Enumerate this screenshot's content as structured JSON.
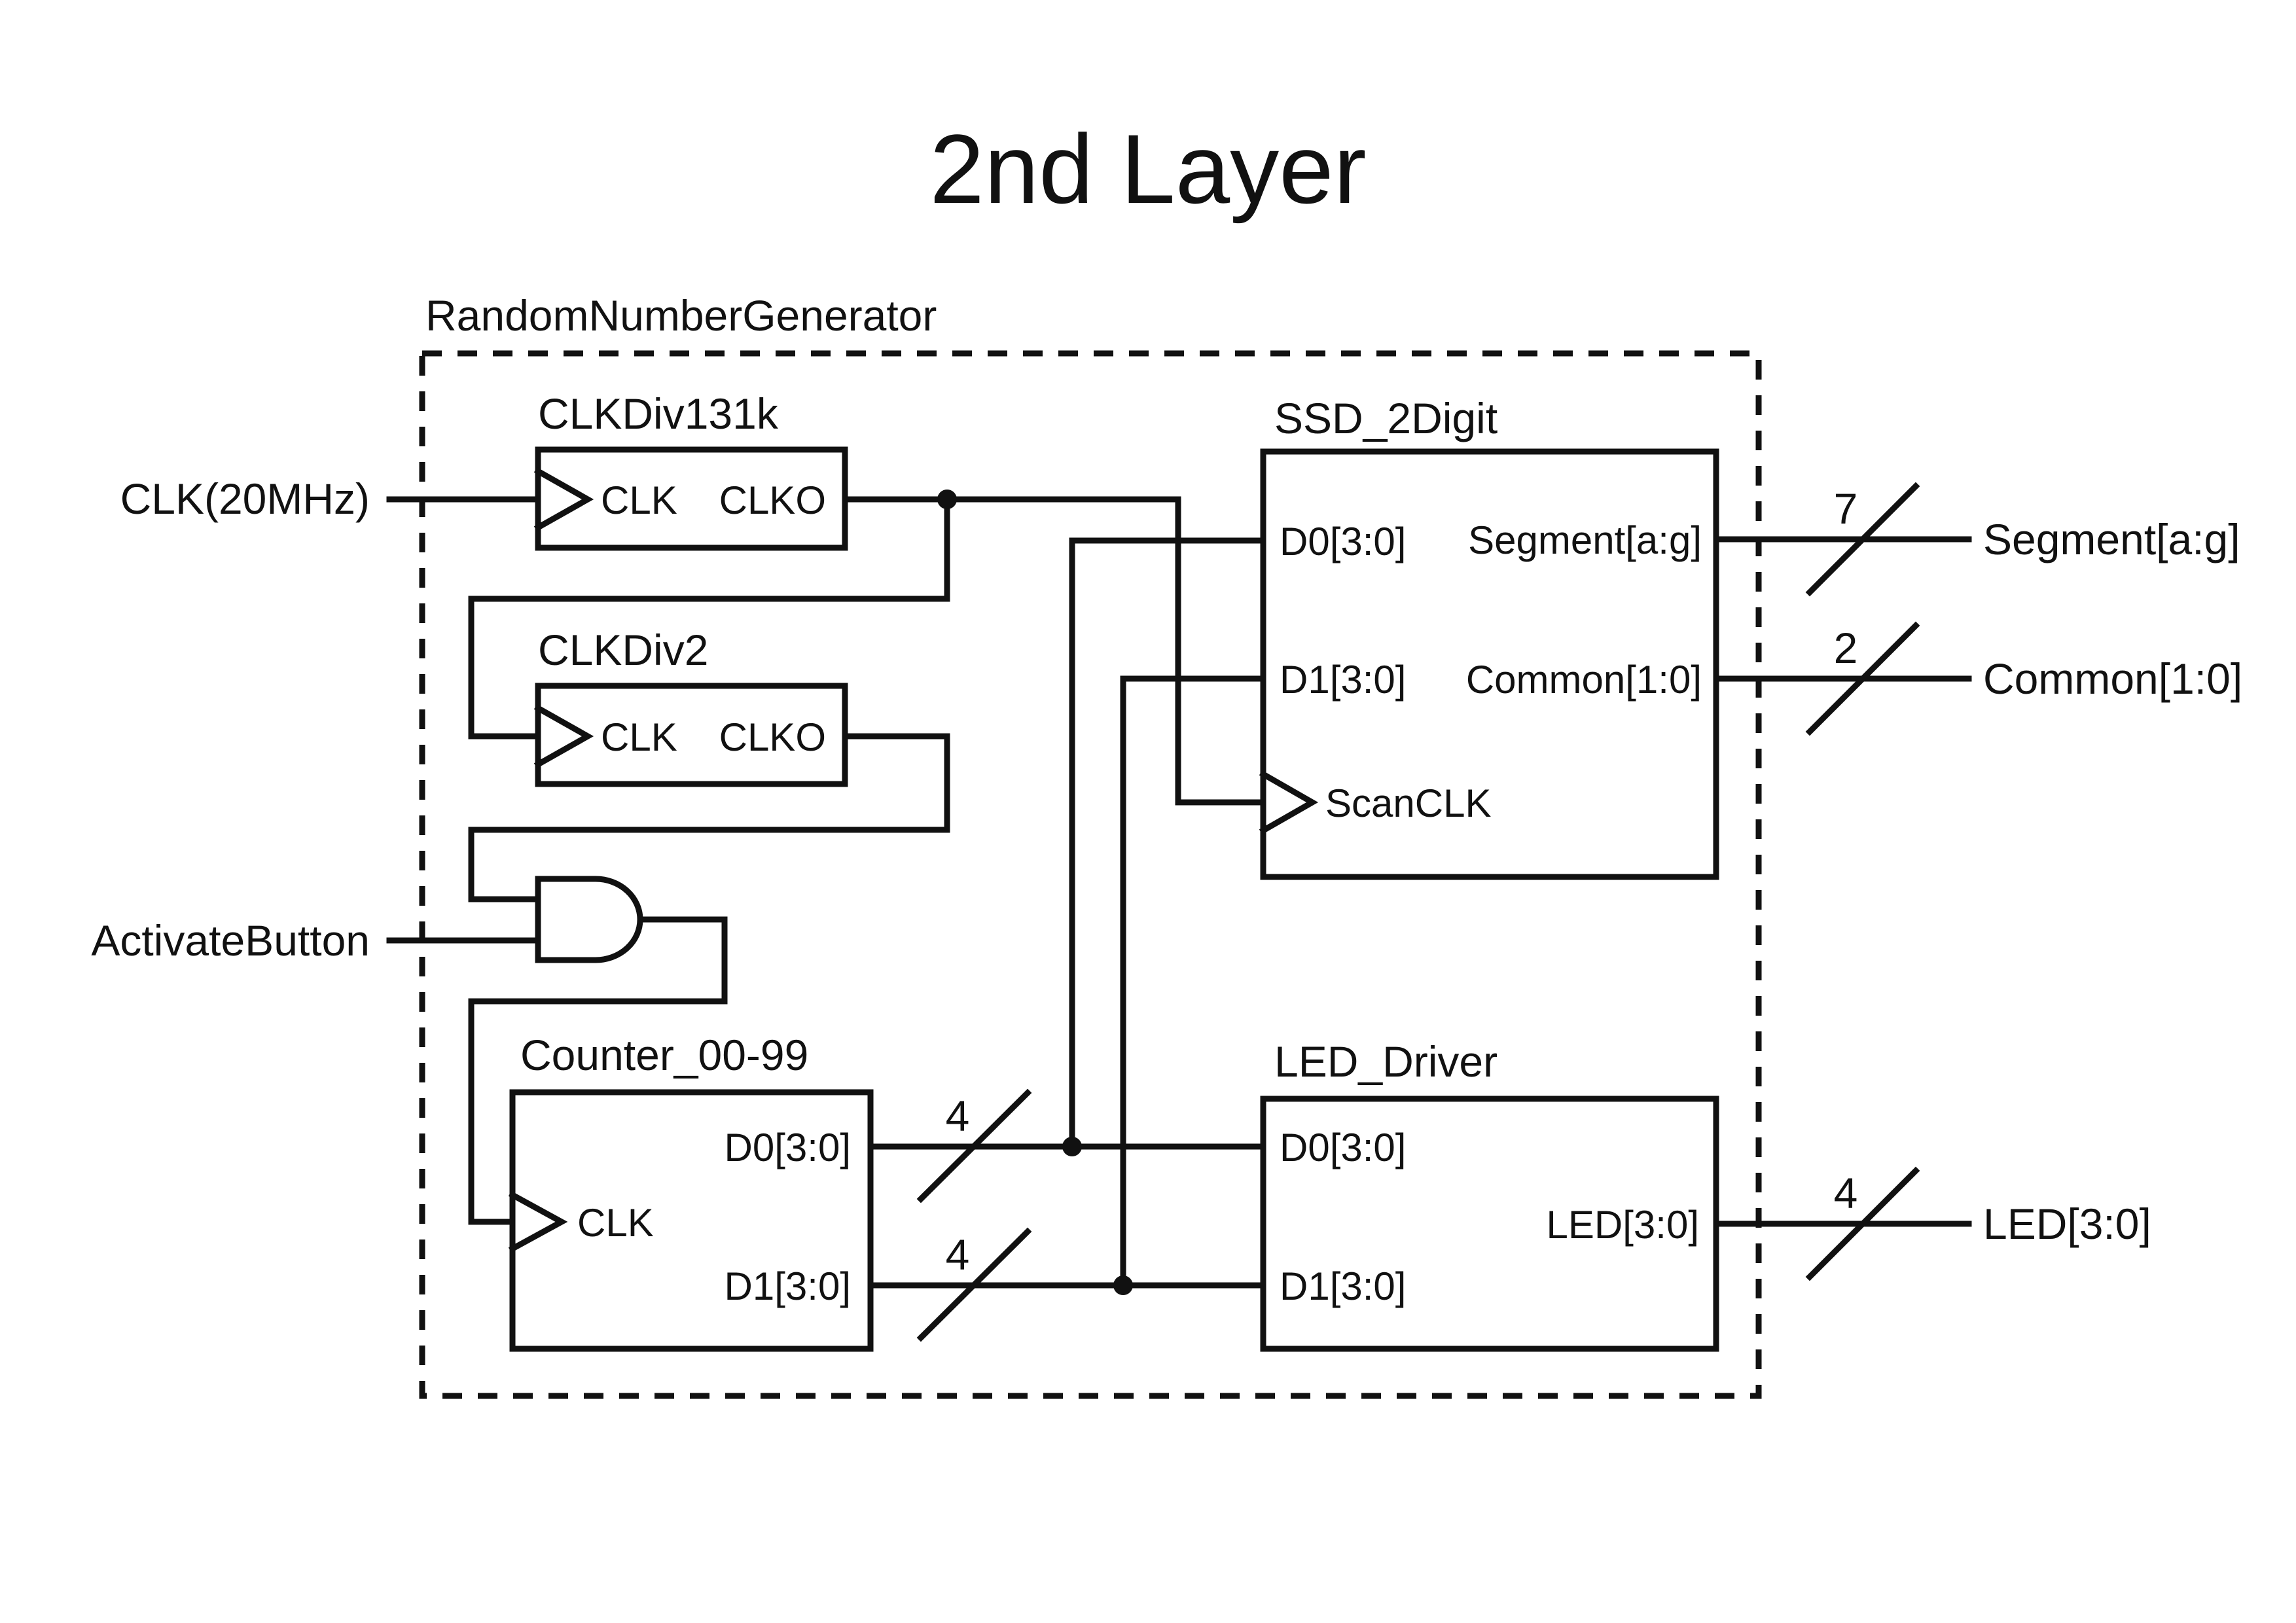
{
  "title": "2nd Layer",
  "container_label": "RandomNumberGenerator",
  "inputs": {
    "clk": "CLK(20MHz)",
    "activate": "ActivateButton"
  },
  "outputs": {
    "segment": "Segment[a:g]",
    "common": "Common[1:0]",
    "led": "LED[3:0]"
  },
  "blocks": {
    "clkdiv131k": {
      "name": "CLKDiv131k",
      "in": "CLK",
      "out": "CLKO"
    },
    "clkdiv2": {
      "name": "CLKDiv2",
      "in": "CLK",
      "out": "CLKO"
    },
    "counter": {
      "name": "Counter_00-99",
      "clk": "CLK",
      "d0": "D0[3:0]",
      "d1": "D1[3:0]"
    },
    "ssd": {
      "name": "SSD_2Digit",
      "d0": "D0[3:0]",
      "d1": "D1[3:0]",
      "scan": "ScanCLK",
      "segment": "Segment[a:g]",
      "common": "Common[1:0]"
    },
    "led_driver": {
      "name": "LED_Driver",
      "d0": "D0[3:0]",
      "d1": "D1[3:0]",
      "led": "LED[3:0]"
    }
  },
  "bus_widths": {
    "counter_d0": "4",
    "counter_d1": "4",
    "segment": "7",
    "common": "2",
    "led": "4"
  },
  "colors": {
    "line": "#111111",
    "background": "#ffffff"
  }
}
